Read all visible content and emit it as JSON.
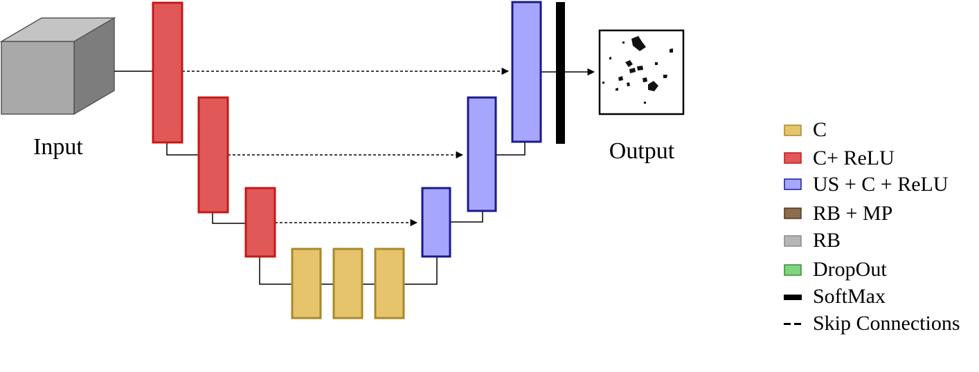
{
  "diagram": {
    "input_label": "Input",
    "output_label": "Output"
  },
  "legend": {
    "items": [
      {
        "label": "C",
        "kind": "box",
        "fill": "#e6c46c",
        "stroke": "#a68a2a"
      },
      {
        "label": "C+ ReLU",
        "kind": "box",
        "fill": "#e05858",
        "stroke": "#c41818"
      },
      {
        "label": "US + C + ReLU",
        "kind": "box",
        "fill": "#a6a6ff",
        "stroke": "#1a1a8c"
      },
      {
        "label": "RB + MP",
        "kind": "box",
        "fill": "#8c6c4c",
        "stroke": "#4c3a22"
      },
      {
        "label": "RB",
        "kind": "box",
        "fill": "#b6b6b6",
        "stroke": "#8a8a8a"
      },
      {
        "label": "DropOut",
        "kind": "box",
        "fill": "#7ed67e",
        "stroke": "#3a8a3a"
      },
      {
        "label": "SoftMax",
        "kind": "solid-line",
        "fill": "#000000",
        "stroke": "#000000"
      },
      {
        "label": "Skip Connections",
        "kind": "dashed-line",
        "fill": "#000000",
        "stroke": "#000000"
      }
    ]
  },
  "colors": {
    "conv": "#e6c46c",
    "conv_stroke": "#a68a2a",
    "conv_relu": "#e05858",
    "conv_relu_stroke": "#c41818",
    "upsample": "#a6a6ff",
    "upsample_stroke": "#1a1a8c",
    "softmax": "#000000",
    "input_front": "#a9a9a9",
    "input_top": "#c4c4c4",
    "input_side": "#7d7d7d"
  }
}
